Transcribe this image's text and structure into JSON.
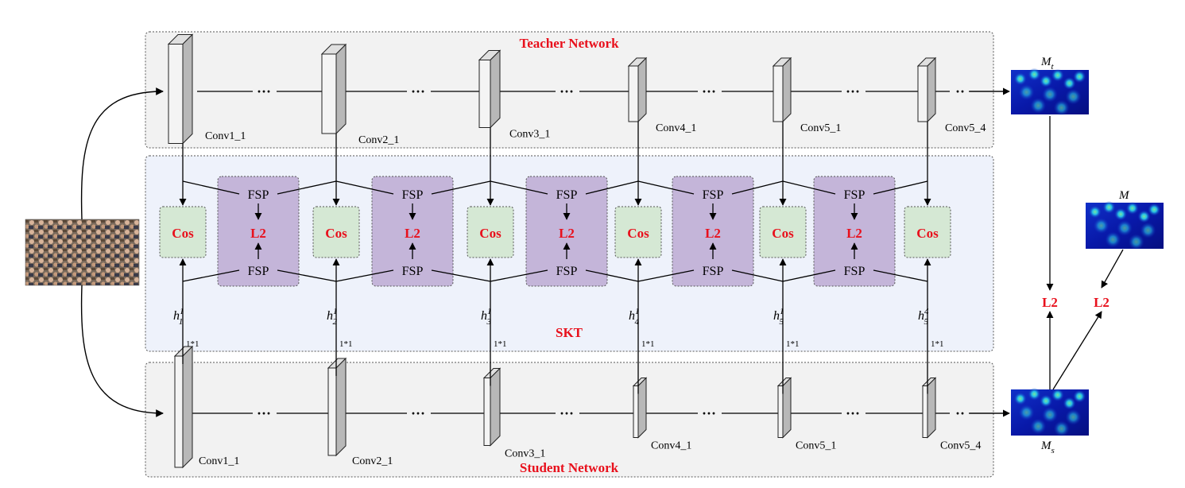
{
  "teacher": {
    "title": "Teacher Network",
    "layers": [
      "Conv1_1",
      "Conv2_1",
      "Conv3_1",
      "Conv4_1",
      "Conv5_1",
      "Conv5_4"
    ]
  },
  "student": {
    "title": "Student Network",
    "layers": [
      "Conv1_1",
      "Conv2_1",
      "Conv3_1",
      "Conv4_1",
      "Conv5_1",
      "Conv5_4"
    ]
  },
  "skt": {
    "title": "SKT",
    "cos_label": "Cos",
    "fsp_label": "FSP",
    "l2_label": "L2",
    "conv1x1_label": "1*1",
    "h_labels": [
      {
        "base": "h",
        "sub": "1",
        "sup": "1"
      },
      {
        "base": "h",
        "sub": "2",
        "sup": "1"
      },
      {
        "base": "h",
        "sub": "3",
        "sup": "1"
      },
      {
        "base": "h",
        "sub": "4",
        "sup": "1"
      },
      {
        "base": "h",
        "sub": "5",
        "sup": "1"
      },
      {
        "base": "h",
        "sub": "5",
        "sup": "4"
      }
    ]
  },
  "outputs": {
    "teacher_map": {
      "base": "M",
      "sub": "t"
    },
    "student_map": {
      "base": "M",
      "sub": "s"
    },
    "ground_truth": {
      "base": "M",
      "sub": ""
    },
    "loss_label": "L2"
  },
  "dots": "···",
  "dots_short": "··",
  "colors": {
    "red": "#e8101c",
    "cos_fill": "#d5e8d4",
    "fsp_fill": "#c4b5d9",
    "skt_fill": "#eef2fb",
    "net_fill": "#f2f2f2"
  }
}
